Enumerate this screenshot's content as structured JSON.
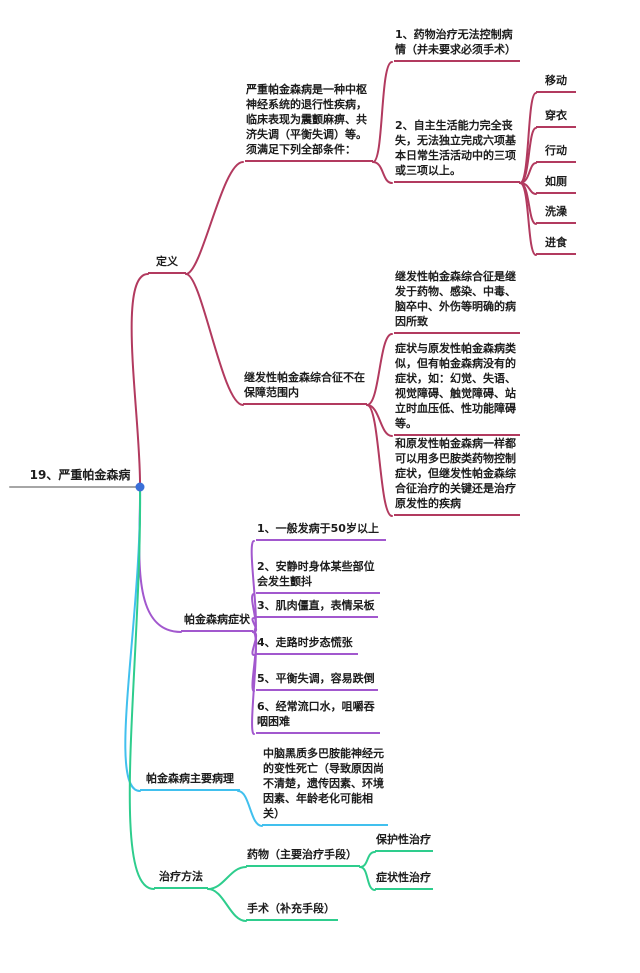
{
  "colors": {
    "root_line": "#a6a6a6",
    "root_dot": "#3a6fd8",
    "definition": "#b23a5f",
    "symptoms": "#a258ce",
    "pathology": "#41c0ee",
    "treatment": "#2ecd8d",
    "text": "#1c1c1c"
  },
  "root": {
    "label": "19、严重帕金森病"
  },
  "definition": {
    "label": "定义",
    "criteria_intro": "严重帕金森病是一种中枢神经系统的退行性疾病，临床表现为震颤麻痹、共济失调（平衡失调）等。须满足下列全部条件：",
    "condition1": "1、药物治疗无法控制病情（并未要求必须手术）",
    "condition2": "2、自主生活能力完全丧失，无法独立完成六项基本日常生活活动中的三项或三项以上。",
    "adl": [
      "移动",
      "穿衣",
      "行动",
      "如厕",
      "洗澡",
      "进食"
    ],
    "secondary": {
      "label": "继发性帕金森综合征不在保障范围内",
      "point1": "继发性帕金森综合征是继发于药物、感染、中毒、脑卒中、外伤等明确的病因所致",
      "point2": "症状与原发性帕金森病类似，但有帕金森病没有的症状，如：幻觉、失语、视觉障碍、触觉障碍、站立时血压低、性功能障碍等。",
      "point3": "和原发性帕金森病一样都可以用多巴胺类药物控制症状，但继发性帕金森综合征治疗的关键还是治疗原发性的疾病"
    }
  },
  "symptoms": {
    "label": "帕金森病症状",
    "items": [
      "1、一般发病于50岁以上",
      "2、安静时身体某些部位会发生颤抖",
      "3、肌肉僵直，表情呆板",
      "4、走路时步态慌张",
      "5、平衡失调，容易跌倒",
      "6、经常流口水，咀嚼吞咽困难"
    ]
  },
  "pathology": {
    "label": "帕金森病主要病理",
    "detail": "中脑黑质多巴胺能神经元的变性死亡（导致原因尚不清楚，遗传因素、环境因素、年龄老化可能相关）"
  },
  "treatment": {
    "label": "治疗方法",
    "drug": "药物（主要治疗手段）",
    "drug_children": [
      "保护性治疗",
      "症状性治疗"
    ],
    "surgery": "手术（补充手段）"
  }
}
